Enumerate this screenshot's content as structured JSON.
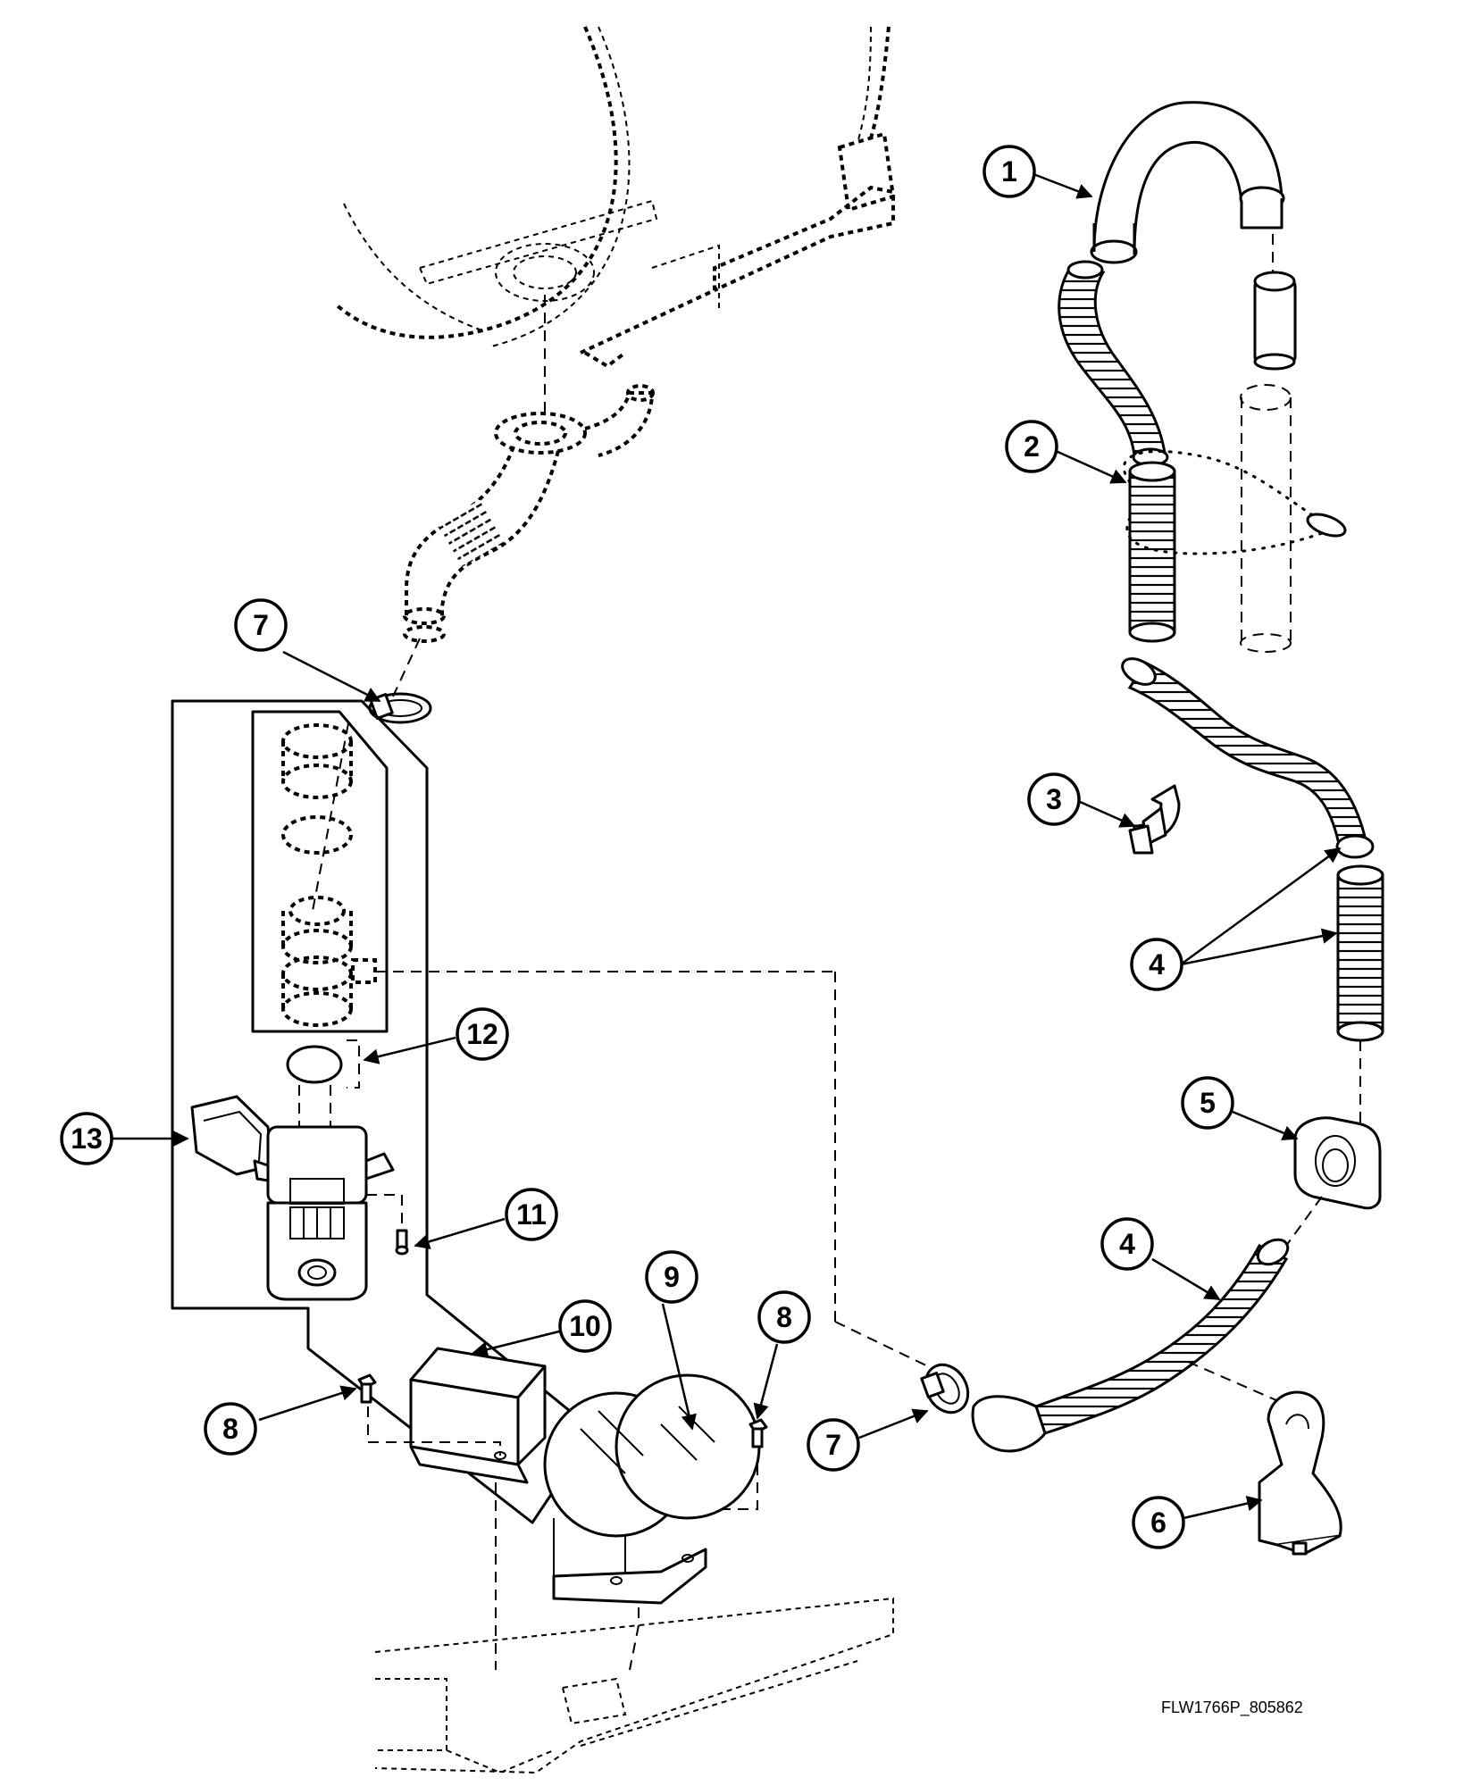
{
  "figure": {
    "code": "FLW1766P_805862"
  },
  "callouts": [
    {
      "id": "c1",
      "label": "1"
    },
    {
      "id": "c2",
      "label": "2"
    },
    {
      "id": "c3",
      "label": "3"
    },
    {
      "id": "c4a",
      "label": "4"
    },
    {
      "id": "c4b",
      "label": "4"
    },
    {
      "id": "c5",
      "label": "5"
    },
    {
      "id": "c6",
      "label": "6"
    },
    {
      "id": "c7a",
      "label": "7"
    },
    {
      "id": "c7b",
      "label": "7"
    },
    {
      "id": "c8a",
      "label": "8"
    },
    {
      "id": "c8b",
      "label": "8"
    },
    {
      "id": "c9",
      "label": "9"
    },
    {
      "id": "c10",
      "label": "10"
    },
    {
      "id": "c11",
      "label": "11"
    },
    {
      "id": "c12",
      "label": "12"
    },
    {
      "id": "c13",
      "label": "13"
    }
  ]
}
